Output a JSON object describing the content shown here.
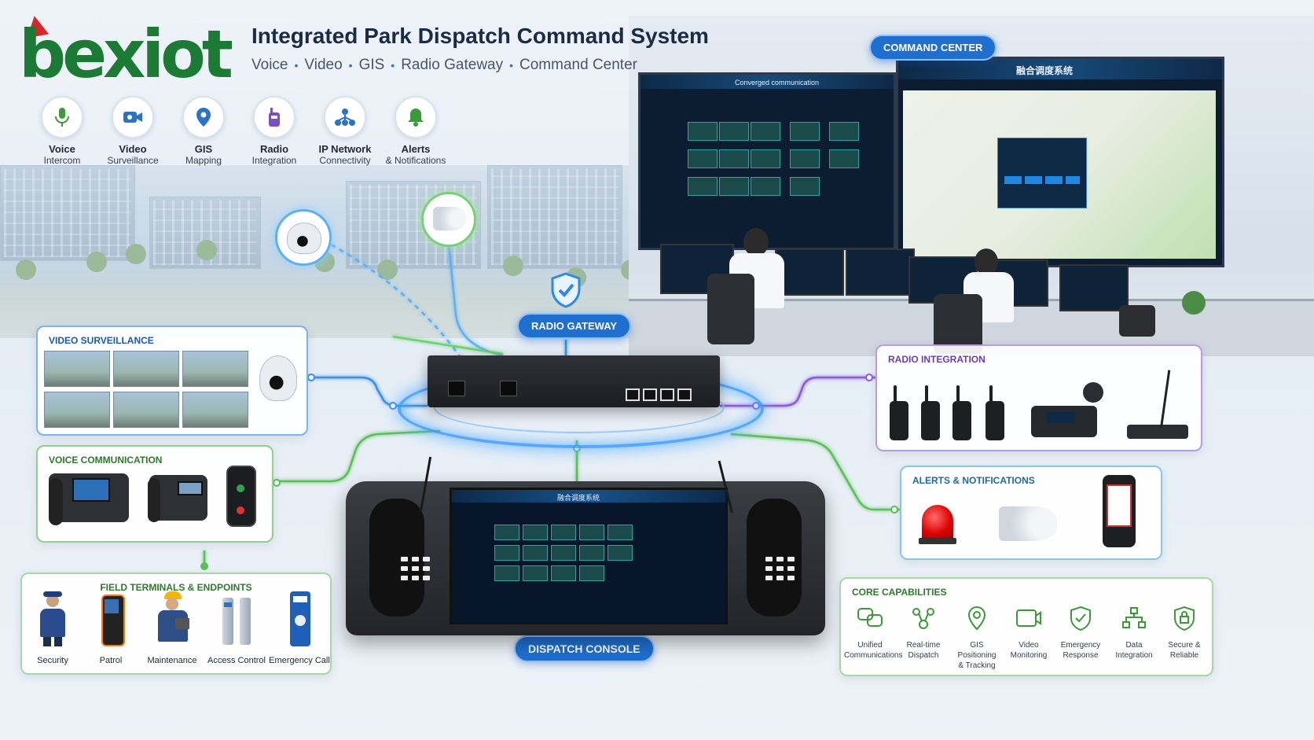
{
  "header": {
    "logo_text": "bexiot",
    "title": "Integrated Park Dispatch Command System",
    "subtitle_items": [
      "Voice",
      "Video",
      "GIS",
      "Radio Gateway",
      "Command Center"
    ]
  },
  "features": [
    {
      "line1": "Voice",
      "line2": "Intercom",
      "icon": "microphone-icon",
      "color": "#3d9a3a"
    },
    {
      "line1": "Video",
      "line2": "Surveillance",
      "icon": "video-camera-icon",
      "color": "#2a73c8"
    },
    {
      "line1": "GIS",
      "line2": "Mapping",
      "icon": "map-pin-icon",
      "color": "#2a73c8"
    },
    {
      "line1": "Radio",
      "line2": "Integration",
      "icon": "radio-icon",
      "color": "#7b4fc0"
    },
    {
      "line1": "IP Network",
      "line2": "Connectivity",
      "icon": "network-icon",
      "color": "#2a73c8"
    },
    {
      "line1": "Alerts",
      "line2": "& Notifications",
      "icon": "bell-icon",
      "color": "#3d9a3a"
    }
  ],
  "labels": {
    "command_center": "COMMAND CENTER",
    "radio_gateway": "RADIO GATEWAY",
    "dispatch_console": "DISPATCH CONSOLE"
  },
  "screens": {
    "left_header": "Converged communication",
    "right_header": "融合调度系统",
    "console_header": "融合调度系统"
  },
  "panels": {
    "video": {
      "title": "VIDEO SURVEILLANCE"
    },
    "voice": {
      "title": "VOICE COMMUNICATION"
    },
    "field": {
      "title": "FIELD TERMINALS & ENDPOINTS"
    },
    "radio": {
      "title": "RADIO INTEGRATION"
    },
    "alerts": {
      "title": "ALERTS & NOTIFICATIONS"
    },
    "core": {
      "title": "CORE CAPABILITIES"
    }
  },
  "field_terminals": [
    "Security",
    "Patrol",
    "Maintenance",
    "Access Control",
    "Emergency Call"
  ],
  "core_capabilities": [
    {
      "line1": "Unified",
      "line2": "Communications",
      "icon": "chat-bubbles-icon"
    },
    {
      "line1": "Real-time",
      "line2": "Dispatch",
      "icon": "dispatch-nodes-icon"
    },
    {
      "line1": "GIS Positioning",
      "line2": "& Tracking",
      "icon": "location-pin-icon"
    },
    {
      "line1": "Video",
      "line2": "Monitoring",
      "icon": "video-monitor-icon"
    },
    {
      "line1": "Emergency",
      "line2": "Response",
      "icon": "shield-check-icon"
    },
    {
      "line1": "Data",
      "line2": "Integration",
      "icon": "hierarchy-icon"
    },
    {
      "line1": "Secure &",
      "line2": "Reliable",
      "icon": "lock-shield-icon"
    }
  ],
  "colors": {
    "brand_green": "#1b7a34",
    "brand_red": "#d8262b",
    "accent_blue": "#1f6fd1",
    "radio_purple": "#6a3fb4",
    "voice_green": "#2f7a2c"
  }
}
